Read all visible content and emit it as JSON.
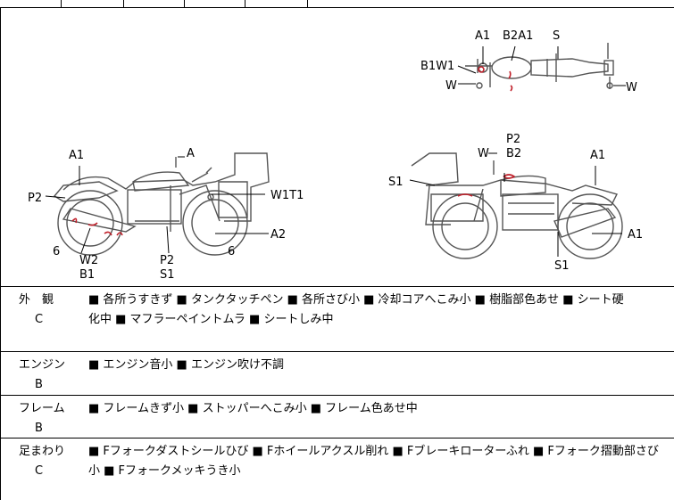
{
  "header_strip": [],
  "diagram": {
    "top_view_labels": [
      "A1",
      "B2A1",
      "S",
      "B1W1",
      "W",
      "W"
    ],
    "left_view_labels": [
      "A1",
      "A",
      "P2",
      "W1T1",
      "A2",
      "6",
      "W2",
      "B1",
      "P2",
      "S1",
      "6"
    ],
    "right_view_labels": [
      "W",
      "P2",
      "B2",
      "A1",
      "S1",
      "A1",
      "S1"
    ],
    "mark_color": "#c0202a"
  },
  "rows": [
    {
      "category": "外　観",
      "grade": "C",
      "desc_line1": "■ 各所うすきず ■ タンクタッチペン ■ 各所さび小 ■ 冷却コアへこみ小 ■ 樹脂部色あせ ■ シート硬",
      "desc_line2": "化中 ■ マフラーペイントムラ ■ シートしみ中"
    },
    {
      "category": "エンジン",
      "grade": "B",
      "desc_line1": "■ エンジン音小 ■ エンジン吹け不調",
      "desc_line2": ""
    },
    {
      "category": "フレーム",
      "grade": "B",
      "desc_line1": "■ フレームきず小 ■ ストッパーへこみ小 ■ フレーム色あせ中",
      "desc_line2": ""
    },
    {
      "category": "足まわり",
      "grade": "C",
      "desc_line1": "■ Fフォークダストシールひび ■ Fホイールアクスル削れ ■ Fブレーキローターふれ ■ Fフォーク摺動部さび",
      "desc_line2": "小 ■ Fフォークメッキうき小"
    }
  ]
}
